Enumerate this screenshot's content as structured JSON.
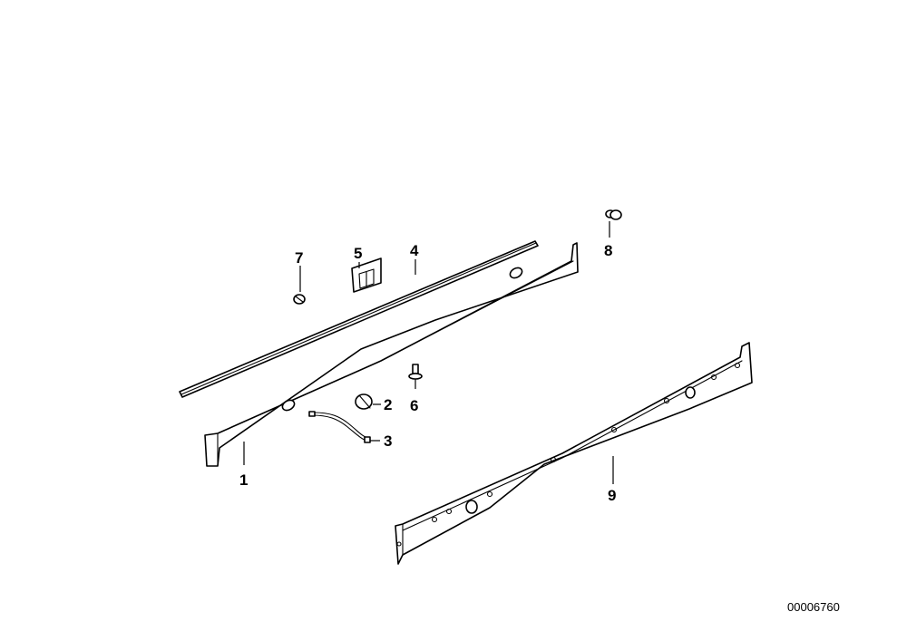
{
  "diagram": {
    "callouts": [
      {
        "label": "1"
      },
      {
        "label": "2"
      },
      {
        "label": "3"
      },
      {
        "label": "4"
      },
      {
        "label": "5"
      },
      {
        "label": "6"
      },
      {
        "label": "7"
      },
      {
        "label": "8"
      },
      {
        "label": "9"
      }
    ],
    "id": "00006760"
  },
  "colors": {
    "line": "#000000",
    "background": "#ffffff"
  }
}
